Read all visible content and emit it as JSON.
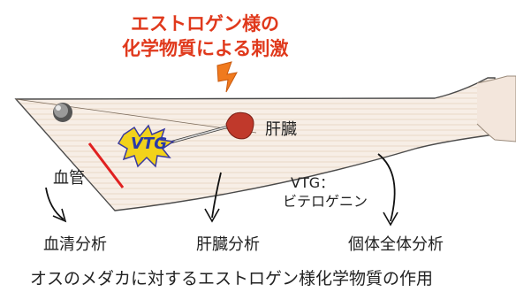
{
  "stimulus": {
    "line1": "エストロゲン様の",
    "line2": "化学物質による刺激"
  },
  "labels": {
    "liver": "肝臓",
    "blood_vessel": "血管",
    "vtg_badge": "VTG",
    "vtg_term": "VTG：",
    "vtg_name": "ビテロゲニン"
  },
  "analyses": {
    "serum": "血清分析",
    "liver": "肝臓分析",
    "whole_body": "個体全体分析"
  },
  "caption": "オスのメダカに対するエストロゲン様化学物質の作用",
  "colors": {
    "stimulus_text": "#e0391c",
    "lightning": "#f07a1e",
    "fish_fill": "#f6ebe2",
    "liver": "#c0392b",
    "blood_vessel_line": "#e02020",
    "vtg_burst": "#f2d21b",
    "vtg_text": "#2a3aa8"
  },
  "icons": [
    "lightning-icon",
    "fish-eye-icon",
    "syringe-icon",
    "vtg-burst-icon"
  ]
}
